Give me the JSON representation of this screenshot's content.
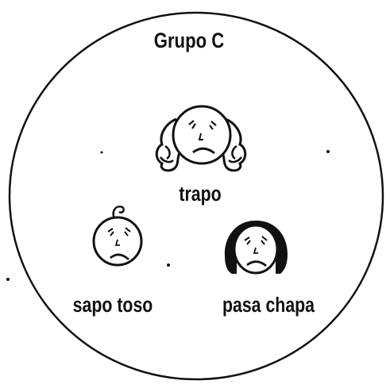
{
  "group": {
    "title": "Grupo C"
  },
  "members": [
    {
      "label": "trapo",
      "face": "sad-face-girl-curly-hair"
    },
    {
      "label": "sapo toso",
      "face": "sad-face-baby-curl"
    },
    {
      "label": "pasa chapa",
      "face": "sad-face-long-dark-hair"
    }
  ],
  "colors": {
    "ink": "#111111",
    "paper": "#ffffff"
  }
}
